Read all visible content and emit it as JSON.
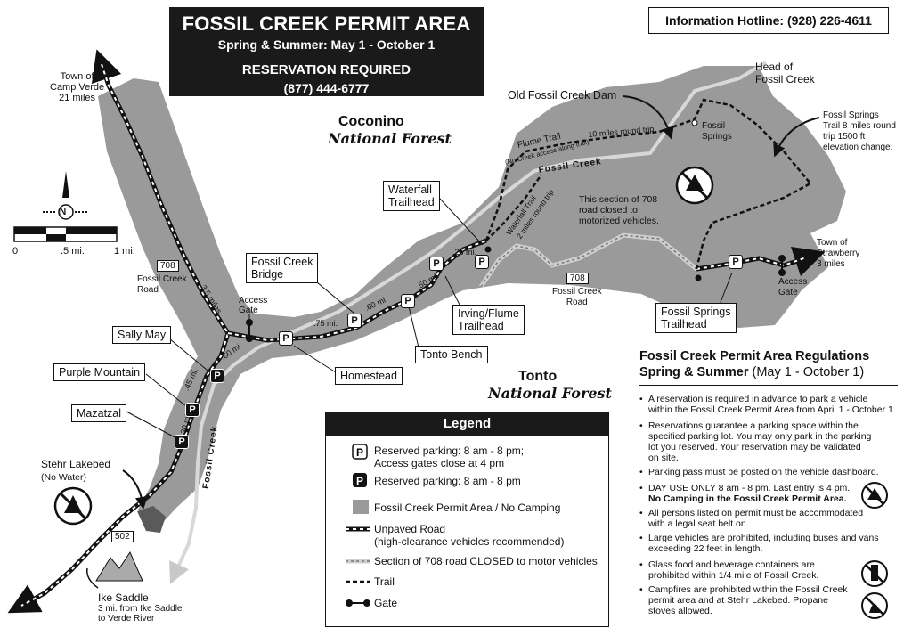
{
  "header": {
    "title": "FOSSIL CREEK PERMIT AREA",
    "season": "Spring & Summer: May 1 - October 1",
    "reservation": "RESERVATION REQUIRED",
    "phone": "(877) 444-6777"
  },
  "hotline": "Information Hotline: (928) 226-4611",
  "forests": {
    "coconino_a": "Coconino",
    "coconino_b": "National Forest",
    "tonto_a": "Tonto",
    "tonto_b": "National Forest"
  },
  "scale": {
    "n": "N",
    "zero": "0",
    "half": ".5 mi.",
    "one": "1 mi."
  },
  "places": {
    "camp_verde": [
      "Town of",
      "Camp Verde",
      "21 miles"
    ],
    "head_creek": [
      "Head of",
      "Fossil Creek"
    ],
    "old_dam": "Old Fossil Creek Dam",
    "fs_trail_note": [
      "Fossil Springs",
      "Trail 8 miles round",
      "trip 1500 ft",
      "elevation change."
    ],
    "fossil_springs": [
      "Fossil",
      "Springs"
    ],
    "strawberry": [
      "Town of",
      "Strawberry",
      "3 miles"
    ],
    "access_gate_r": [
      "Access",
      "Gate"
    ],
    "access_gate_l": [
      "Access",
      "Gate"
    ],
    "closed_note": [
      "This section of 708",
      "road closed to",
      "motorized vehicles."
    ],
    "road_708_a": "708",
    "road_708_b": "708",
    "fc_road_a": [
      "Fossil Creek",
      "Road"
    ],
    "fc_road_b": [
      "Fossil Creek",
      "Road"
    ],
    "road_502": "502",
    "stehr": "Stehr Lakebed",
    "stehr_sub": "(No Water)",
    "ike": "Ike Saddle",
    "ike_sub": [
      "3 mi. from Ike Saddle",
      "to Verde River"
    ],
    "flume_trail": "Flume Trail",
    "flume_sub": "(No Creek access along trail)",
    "flume_miles": "10 miles round trip",
    "fossil_creek_a": "Fossil  Creek",
    "fossil_creek_b": "Fossil  Creek",
    "waterfall_trail": "Waterfall Trail",
    "waterfall_miles": "2 miles round trip"
  },
  "mileage": {
    "m35": "3.5 miles",
    "m60a": ".60 mi.",
    "m45": ".45 mi.",
    "m30": ".30 mi.",
    "m75": ".75 mi.",
    "m60b": ".60 mi.",
    "m50": ".50 mi.",
    "m25": ".25 mi."
  },
  "boxes": {
    "waterfall": [
      "Waterfall",
      "Trailhead"
    ],
    "bridge": [
      "Fossil Creek",
      "Bridge"
    ],
    "sally": "Sally May",
    "purple": "Purple Mountain",
    "mazatzal": "Mazatzal",
    "homestead": "Homestead",
    "tonto_bench": "Tonto Bench",
    "irving": [
      "Irving/Flume",
      "Trailhead"
    ],
    "fs_trailhead": [
      "Fossil Springs",
      "Trailhead"
    ]
  },
  "parking_glyph": "P",
  "legend": {
    "title": "Legend",
    "items": [
      [
        "Reserved parking: 8 am - 8 pm;",
        "Access gates close at 4 pm"
      ],
      [
        "Reserved parking: 8 am - 8 pm"
      ],
      [
        "Fossil Creek Permit Area / No Camping"
      ],
      [
        "Unpaved Road",
        "(high-clearance vehicles recommended)"
      ],
      [
        "Section of 708 road CLOSED to motor vehicles"
      ],
      [
        "Trail"
      ],
      [
        "Gate"
      ]
    ]
  },
  "regulations": {
    "title": "Fossil Creek Permit Area Regulations",
    "subtitle": "Spring & Summer",
    "subtitle_dates": "(May 1 - October 1)",
    "items": [
      [
        "A reservation is required in advance to park a vehicle",
        "within the Fossil Creek Permit Area from April 1 - October 1."
      ],
      [
        "Reservations guarantee a parking space within the",
        "specified parking lot. You may only park in the parking",
        "lot you reserved. Your reservation may be validated",
        "on site."
      ],
      [
        "Parking pass must be posted on the vehicle dashboard."
      ],
      [
        "DAY USE ONLY 8 am - 8 pm. Last entry is 4 pm.",
        "No Camping in the Fossil Creek Permit Area."
      ],
      [
        "All persons listed on permit must be accommodated",
        "with a legal seat belt on."
      ],
      [
        "Large vehicles are prohibited, including buses and vans",
        "exceeding 22 feet in length."
      ],
      [
        "Glass food and beverage containers are",
        "prohibited within 1/4 mile of Fossil Creek."
      ],
      [
        "Campfires are prohibited within the Fossil Creek",
        "permit area and at Stehr Lakebed. Propane",
        "stoves allowed."
      ]
    ]
  },
  "colors": {
    "permit_area": "#9a9a9a",
    "creek": "#d8d8d8",
    "panel": "#1a1a1a"
  }
}
